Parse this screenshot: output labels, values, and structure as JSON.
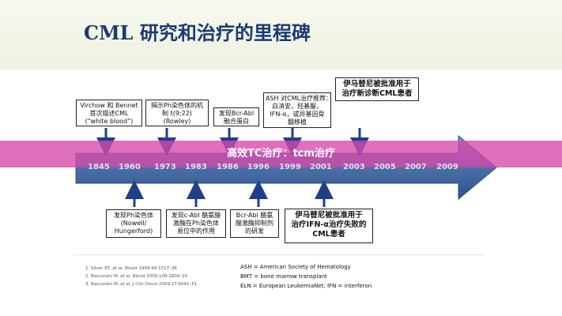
{
  "title": "CML 研究和治疗的里程碑",
  "overlay": "高效TC治疗：tcm治疗",
  "years": [
    "1845",
    "1960",
    "1973",
    "1983",
    "1986",
    "1996",
    "1999",
    "2001",
    "2003",
    "2005",
    "2007",
    "2009"
  ],
  "top_events": [
    {
      "lines": [
        "Virchow 和 Bennet",
        "首次描述CML",
        "(“white blood”)"
      ]
    },
    {
      "lines": [
        "揭示Ph染色体的机",
        "制 t(9;22)",
        "(Rowley)"
      ]
    },
    {
      "lines": [
        "发现Bcr-Abl",
        "融合蛋白"
      ]
    },
    {
      "lines": [
        "ASH 对CML治疗推荐：",
        "白消安，羟基脲，",
        "IFN-α，或异基因骨",
        "髓移植"
      ]
    },
    {
      "lines": [
        "伊马替尼被批准用于",
        "治疗新诊断CML患者"
      ]
    }
  ],
  "bottom_events": [
    {
      "lines": [
        "发现Ph染色体",
        "(Nowell/",
        "Hungerford)"
      ]
    },
    {
      "lines": [
        "发现c-Abl 酪氨酸",
        "激酶在Ph染色体",
        "易位中的作用"
      ]
    },
    {
      "lines": [
        "Bcr-Abl 酪氨",
        "酸激酶抑制剂",
        "的研发"
      ]
    },
    {
      "lines": [
        "伊马替尼被批准用于",
        "治疗IFN-α治疗失败的",
        "CML患者"
      ]
    }
  ],
  "references": [
    "1. Silver RT, et al. Blood 1999;94:1517–36",
    "2. Baccarani M, et al. Blood 2006;108:1809–20",
    "3. Baccarani M, et al. J Clin Oncol 2009;27:6041–51"
  ],
  "abbreviations": [
    "ASH = American Society of Hematology",
    "BMT = bone marrow transplant",
    "ELN = European LeukemiaNet; IFN = interferon"
  ],
  "colors": {
    "title": "#1b3a73",
    "arrow": "#4a6fa6",
    "marker": "#1e3f8c",
    "overlay": "#d648aa"
  }
}
